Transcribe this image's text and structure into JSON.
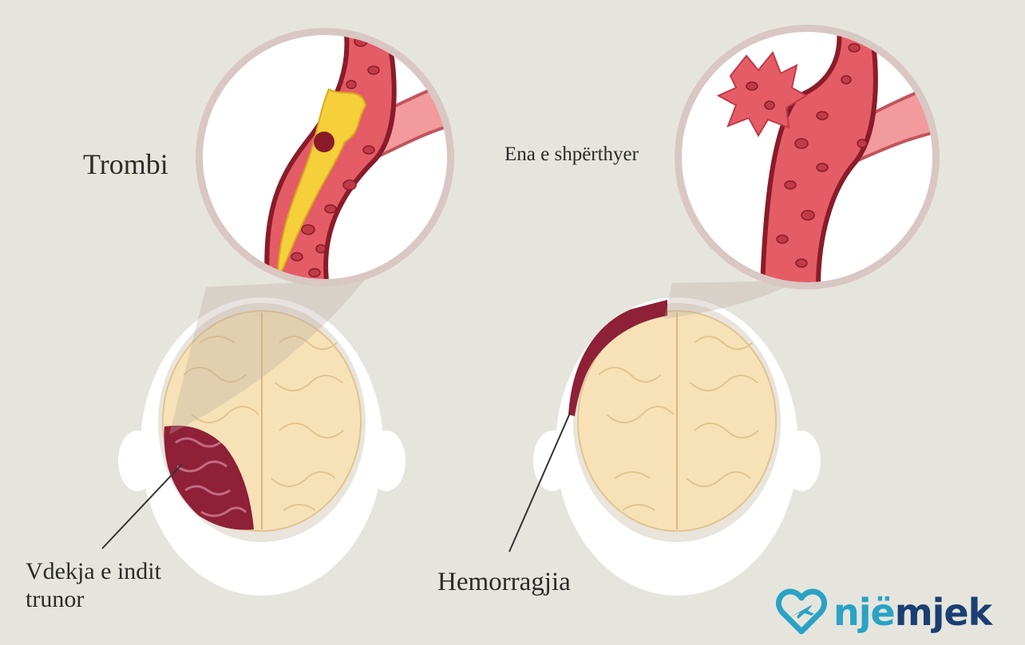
{
  "labels": {
    "thrombus": "Trombi",
    "ruptured_vessel": "Ena e shpërthyer",
    "brain_tissue_death": "Vdekja e indit\ntrunor",
    "hemorrhage": "Hemorragjia"
  },
  "logo": {
    "part1": "një",
    "part2": "mjek",
    "icon": "heart-airplane-icon"
  },
  "colors": {
    "background": "#e6e5dd",
    "vessel": "#e45c66",
    "vessel_dark": "#8a1c2a",
    "clot": "#f5d03a",
    "brain": "#f7e2b8",
    "damaged_brain": "#8e2038",
    "lens_rim": "#d9c7c4",
    "logo_blue": "#29a3c5",
    "logo_navy": "#1b3f72"
  }
}
